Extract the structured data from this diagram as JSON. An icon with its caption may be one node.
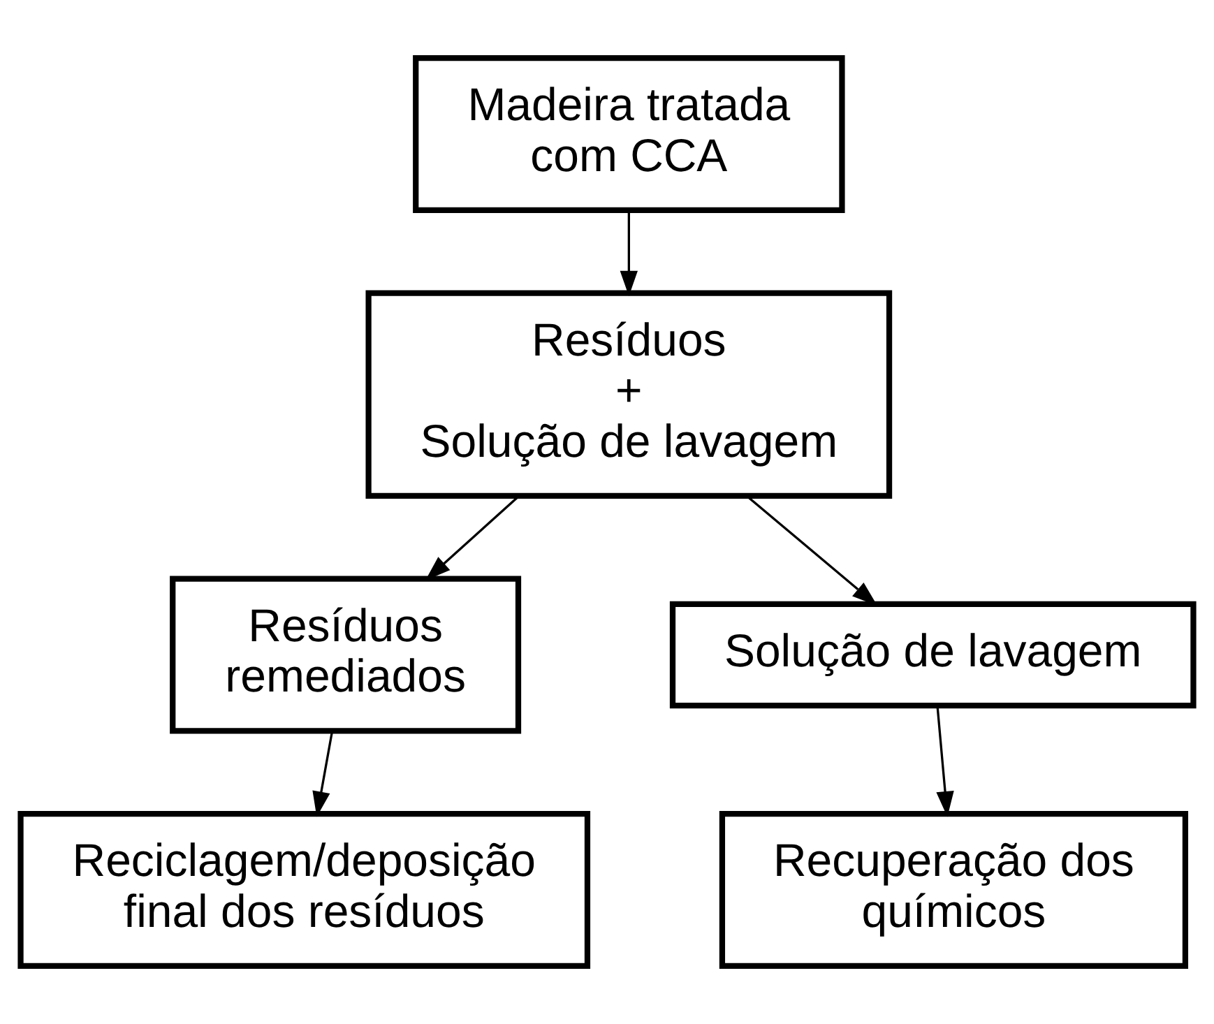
{
  "diagram": {
    "nodes": [
      {
        "text": [
          "Madeira tratada com CCA"
        ]
      },
      {
        "text": [
          "Resíduos",
          "+",
          "Solução de lavagem"
        ]
      },
      {
        "text": [
          "Resíduos remediados"
        ]
      },
      {
        "text": [
          "Solução de lavagem"
        ]
      },
      {
        "text": [
          "Reciclagem/deposição final dos resíduos"
        ]
      },
      {
        "text": [
          "Recuperação dos químicos"
        ]
      }
    ],
    "edges": [
      {
        "from": 0,
        "to": 1,
        "arrow": "to"
      },
      {
        "from": 1,
        "to": 3,
        "arrow": "to"
      },
      {
        "from": 1,
        "to": 2,
        "arrow": "to"
      },
      {
        "from": 2,
        "to": 4,
        "arrow": "to"
      },
      {
        "from": 3,
        "to": 5,
        "arrow": "to"
      }
    ]
  }
}
